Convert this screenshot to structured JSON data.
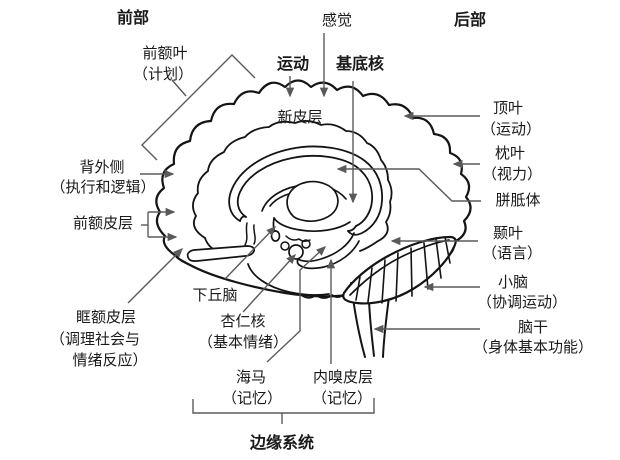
{
  "figure": {
    "kind": "labeled-anatomy-diagram",
    "subject": "human brain sagittal view with functional region labels"
  },
  "colors": {
    "ink": "#141414",
    "leader": "#5a5a5a",
    "text": "#1a1a1a",
    "background": "#ffffff"
  },
  "labels": {
    "front": "前部",
    "back": "后部",
    "sensory": "感觉",
    "motor": "运动",
    "basal_ganglia": "基底核",
    "neocortex": "新皮层",
    "prefrontal_lobe": "前额叶",
    "prefrontal_lobe_sub": "（计划）",
    "parietal": "顶叶",
    "parietal_sub": "（运动）",
    "occipital": "枕叶",
    "occipital_sub": "（视力）",
    "corpus_callosum": "胼胝体",
    "temporal": "颞叶",
    "temporal_sub": "（语言）",
    "cerebellum": "小脑",
    "cerebellum_sub": "（协调运动）",
    "brainstem": "脑干",
    "brainstem_sub": "（身体基本功能）",
    "dorsolateral": "背外侧",
    "dorsolateral_sub": "（执行和逻辑）",
    "prefrontal_cortex": "前额皮层",
    "orbitofrontal": "眶额皮层",
    "orbitofrontal_sub1": "（调理社会与",
    "orbitofrontal_sub2": "情绪反应）",
    "hypothalamus": "下丘脑",
    "amygdala": "杏仁核",
    "amygdala_sub": "（基本情绪）",
    "hippocampus": "海马",
    "hippocampus_sub": "（记忆）",
    "entorhinal": "内嗅皮层",
    "entorhinal_sub": "（记忆）",
    "limbic_system": "边缘系统"
  }
}
